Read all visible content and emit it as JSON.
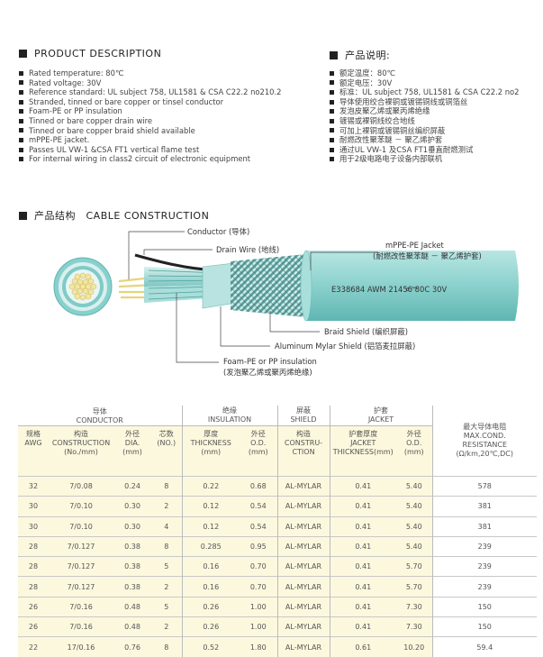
{
  "desc_en": {
    "title": "PRODUCT DESCRIPTION",
    "items": [
      "Rated temperature: 80℃",
      "Rated voltage: 30V",
      "Reference standard: UL subject 758, UL1581 & CSA C22.2 no210.2",
      "Stranded, tinned or bare copper or tinsel conductor",
      "Foam-PE or PP insulation",
      "Tinned or bare copper drain wire",
      "Tinned or bare copper braid shield available",
      "mPPE-PE jacket.",
      "Passes UL VW-1 &CSA FT1 vertical flame test",
      "For internal wiring in class2 circuit of electronic equipment"
    ]
  },
  "desc_cn": {
    "title": "产品说明:",
    "items": [
      "额定温度：80℃",
      "额定电压：30V",
      "标准：UL subject 758, UL1581 & CSA C22.2 no2",
      "导体使用绞合裸铜或镀锡铜线或铜箔丝",
      "发泡皮聚乙烯或聚丙烯绝缘",
      "镀锡或裸铜线绞合地线",
      "可加上裸铜或镀锡铜丝编织屏蔽",
      "耐燃改性聚苯醚 － 聚乙烯护套",
      "通过UL VW-1 及CSA FT1垂直耐燃测试",
      "用于2级电路电子设备内部联机"
    ]
  },
  "construction": {
    "title": "产品结构　CABLE CONSTRUCTION",
    "conductor": "Conductor (导体)",
    "drain": "Drain Wire (地线)",
    "jacket1": "mPPE-PE Jacket",
    "jacket2": "(耐燃改性聚苯醚 － 聚乙烯护套)",
    "print": "E338684  AWM 21456 80C 30V",
    "ul_mark": "c ᴿᵁ",
    "braid": "Braid Shield (编织屏蔽)",
    "mylar": "Aluminum Mylar Shield (铝箔麦拉屏蔽)",
    "foam1": "Foam-PE or PP insulation",
    "foam2": "(发泡聚乙烯或聚丙烯绝缘)"
  },
  "table": {
    "groups": {
      "conductor_cn": "导体",
      "conductor_en": "CONDUCTOR",
      "insulation_cn": "绝缘",
      "insulation_en": "INSULATION",
      "shield_cn": "屏蔽",
      "shield_en": "SHIELD",
      "jacket_cn": "护套",
      "jacket_en": "JACKET"
    },
    "cols": {
      "awg_cn": "规格",
      "awg_en": "AWG",
      "cons_cn": "构造",
      "cons_en": "CONSTRUCTION",
      "cons_unit": "(No./mm)",
      "dia_cn": "外径",
      "dia_en": "DIA.",
      "dia_unit": "(mm)",
      "cores_cn": "芯数",
      "cores_en": "(NO.)",
      "thick_cn": "厚度",
      "thick_en": "THICKNESS",
      "thick_unit": "(mm)",
      "od_cn": "外径",
      "od_en": "O.D.",
      "od_unit": "(mm)",
      "shield_cn": "构造",
      "shield_en": "CONSTRU-",
      "shield_en2": "CTION",
      "jthick_cn": "护套厚度",
      "jthick_en": "JACKET",
      "jthick_en2": "THICKNESS(mm)",
      "jod_cn": "外径",
      "jod_en": "O.D.",
      "jod_unit": "(mm)",
      "res_cn": "最大导体电阻",
      "res_en": "MAX.COND.",
      "res_en2": "RESISTANCE",
      "res_unit": "(Ω/km,20℃,DC)"
    },
    "rows": [
      [
        "32",
        "7/0.08",
        "0.24",
        "8",
        "0.22",
        "0.68",
        "AL-MYLAR",
        "0.41",
        "5.40",
        "578"
      ],
      [
        "30",
        "7/0.10",
        "0.30",
        "2",
        "0.12",
        "0.54",
        "AL-MYLAR",
        "0.41",
        "5.40",
        "381"
      ],
      [
        "30",
        "7/0.10",
        "0.30",
        "4",
        "0.12",
        "0.54",
        "AL-MYLAR",
        "0.41",
        "5.40",
        "381"
      ],
      [
        "28",
        "7/0.127",
        "0.38",
        "8",
        "0.285",
        "0.95",
        "AL-MYLAR",
        "0.41",
        "5.40",
        "239"
      ],
      [
        "28",
        "7/0.127",
        "0.38",
        "5",
        "0.16",
        "0.70",
        "AL-MYLAR",
        "0.41",
        "5.70",
        "239"
      ],
      [
        "28",
        "7/0.127",
        "0.38",
        "2",
        "0.16",
        "0.70",
        "AL-MYLAR",
        "0.41",
        "5.70",
        "239"
      ],
      [
        "26",
        "7/0.16",
        "0.48",
        "5",
        "0.26",
        "1.00",
        "AL-MYLAR",
        "0.41",
        "7.30",
        "150"
      ],
      [
        "26",
        "7/0.16",
        "0.48",
        "2",
        "0.26",
        "1.00",
        "AL-MYLAR",
        "0.41",
        "7.30",
        "150"
      ],
      [
        "22",
        "17/0.16",
        "0.76",
        "8",
        "0.52",
        "1.80",
        "AL-MYLAR",
        "0.61",
        "10.20",
        "59.4"
      ]
    ]
  },
  "colors": {
    "cable": "#8fd3cf",
    "cable_dark": "#5fbab6",
    "header_bg": "#fcf8de",
    "conductor": "#f3e7a0"
  }
}
